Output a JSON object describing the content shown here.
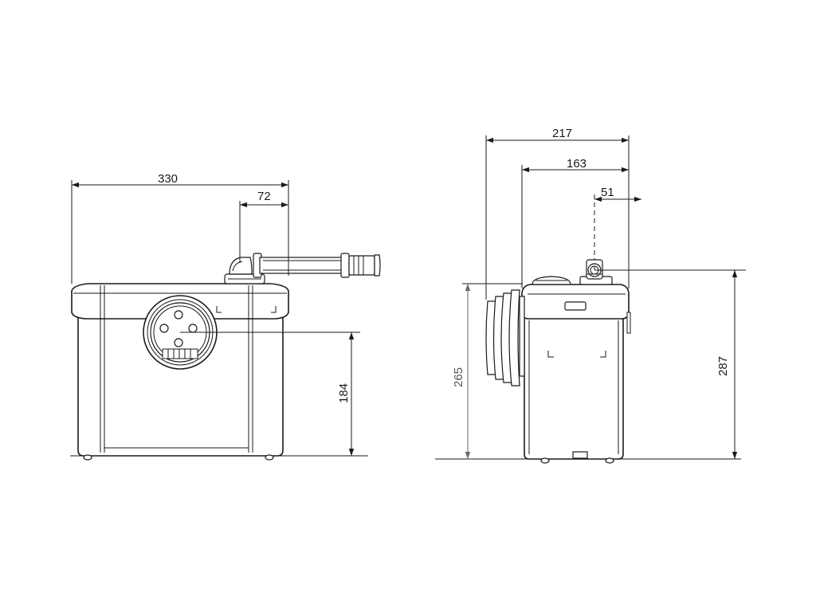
{
  "drawing": {
    "front_view": {
      "width_label": "330",
      "outlet_offset_label": "72",
      "inlet_height_label": "184"
    },
    "side_view": {
      "depth_label": "217",
      "body_depth_label": "163",
      "outlet_offset_label": "51",
      "inlet_height_label": "265",
      "outlet_height_label": "287"
    },
    "colors": {
      "line": "#1a1a1a",
      "secondary_line": "#666666",
      "background": "#ffffff"
    }
  }
}
